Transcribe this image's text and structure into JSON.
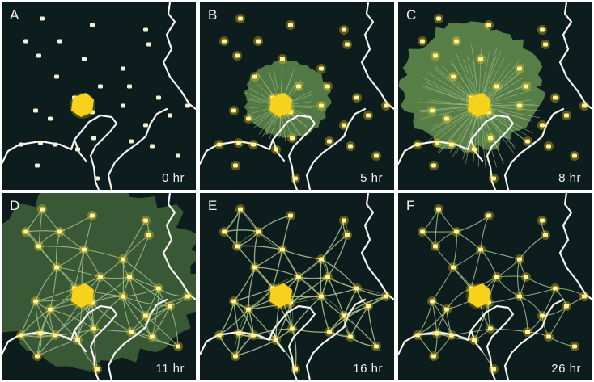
{
  "panels": [
    {
      "letter": "A",
      "time": "0 hr",
      "growth": "none"
    },
    {
      "letter": "B",
      "time": "5 hr",
      "growth": "small-sheet"
    },
    {
      "letter": "C",
      "time": "8 hr",
      "growth": "large-sheet"
    },
    {
      "letter": "D",
      "time": "11 hr",
      "growth": "sheet-and-veins"
    },
    {
      "letter": "E",
      "time": "16 hr",
      "growth": "dense-network"
    },
    {
      "letter": "F",
      "time": "26 hr",
      "growth": "sparse-network"
    }
  ],
  "colors": {
    "background": "#0d1c1c",
    "coastline": "#f4f4f4",
    "food_source": "#f4f1d6",
    "slime_center": "#f6d21c",
    "plasmodium_sheet": "#5f8a4c",
    "network_vein": "#a7c28f"
  }
}
